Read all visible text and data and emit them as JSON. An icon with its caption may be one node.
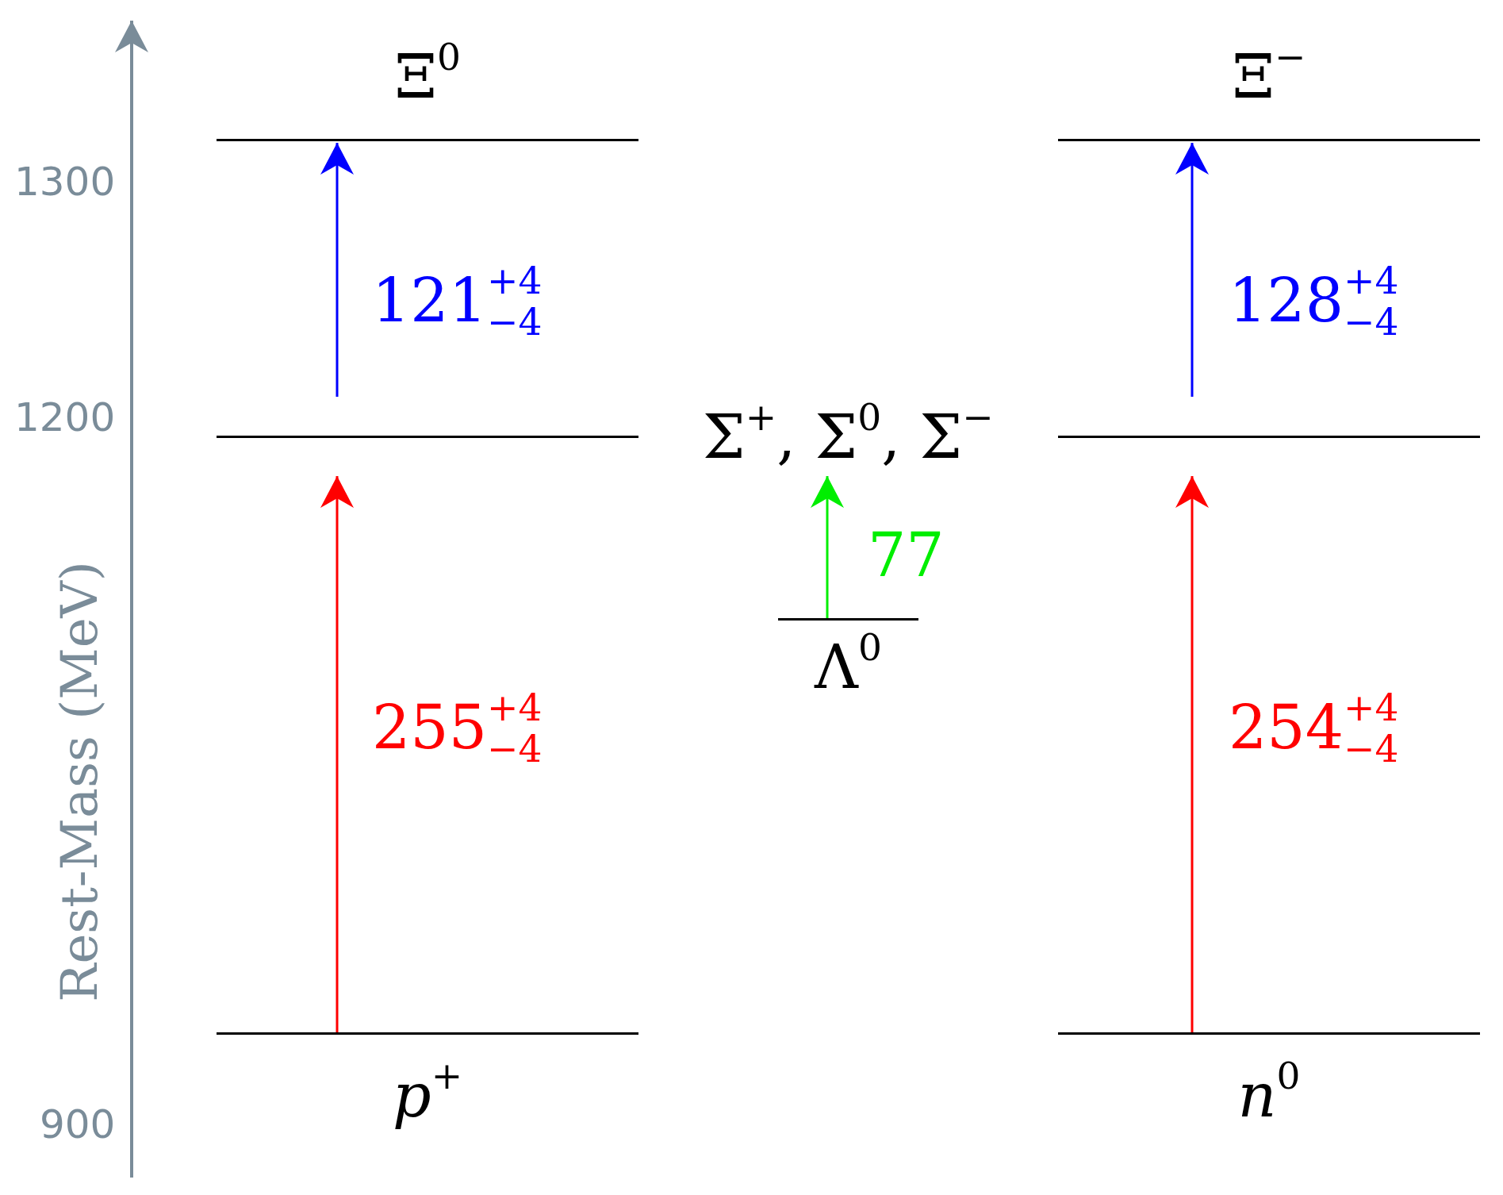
{
  "diagram": {
    "nodes": [
      {
        "text": [
          "Ξ$^{0}$"
        ]
      },
      {
        "text": [
          "Ξ$^{−}$"
        ]
      },
      {
        "text": [
          "Σ$^{+}$, Σ$^{0}$, Σ$^{−}$"
        ]
      },
      {
        "text": [
          "Λ$^{0}$"
        ]
      },
      {
        "text": [
          "*p*$^{+}$"
        ]
      },
      {
        "text": [
          "*n*$^{0}$"
        ]
      }
    ],
    "edges": [
      {
        "from": 2,
        "to": 0,
        "arrow": "to",
        "label": "121$^{+4}$$_{−4}$",
        "color": "#0000ff"
      },
      {
        "from": 2,
        "to": 1,
        "arrow": "to",
        "label": "128$^{+4}$$_{−4}$",
        "color": "#0000ff"
      },
      {
        "from": 3,
        "to": 2,
        "arrow": "to",
        "label": "77",
        "color": "#00ee00"
      },
      {
        "from": 4,
        "to": 2,
        "arrow": "to",
        "label": "255$^{+4}$$_{−4}$",
        "color": "#ff0000"
      },
      {
        "from": 5,
        "to": 2,
        "arrow": "to",
        "label": "254$^{+4}$$_{−4}$",
        "color": "#ff0000"
      }
    ],
    "labels": [
      "1300",
      "1200",
      "900",
      "Rest-Mass (MeV)"
    ]
  }
}
